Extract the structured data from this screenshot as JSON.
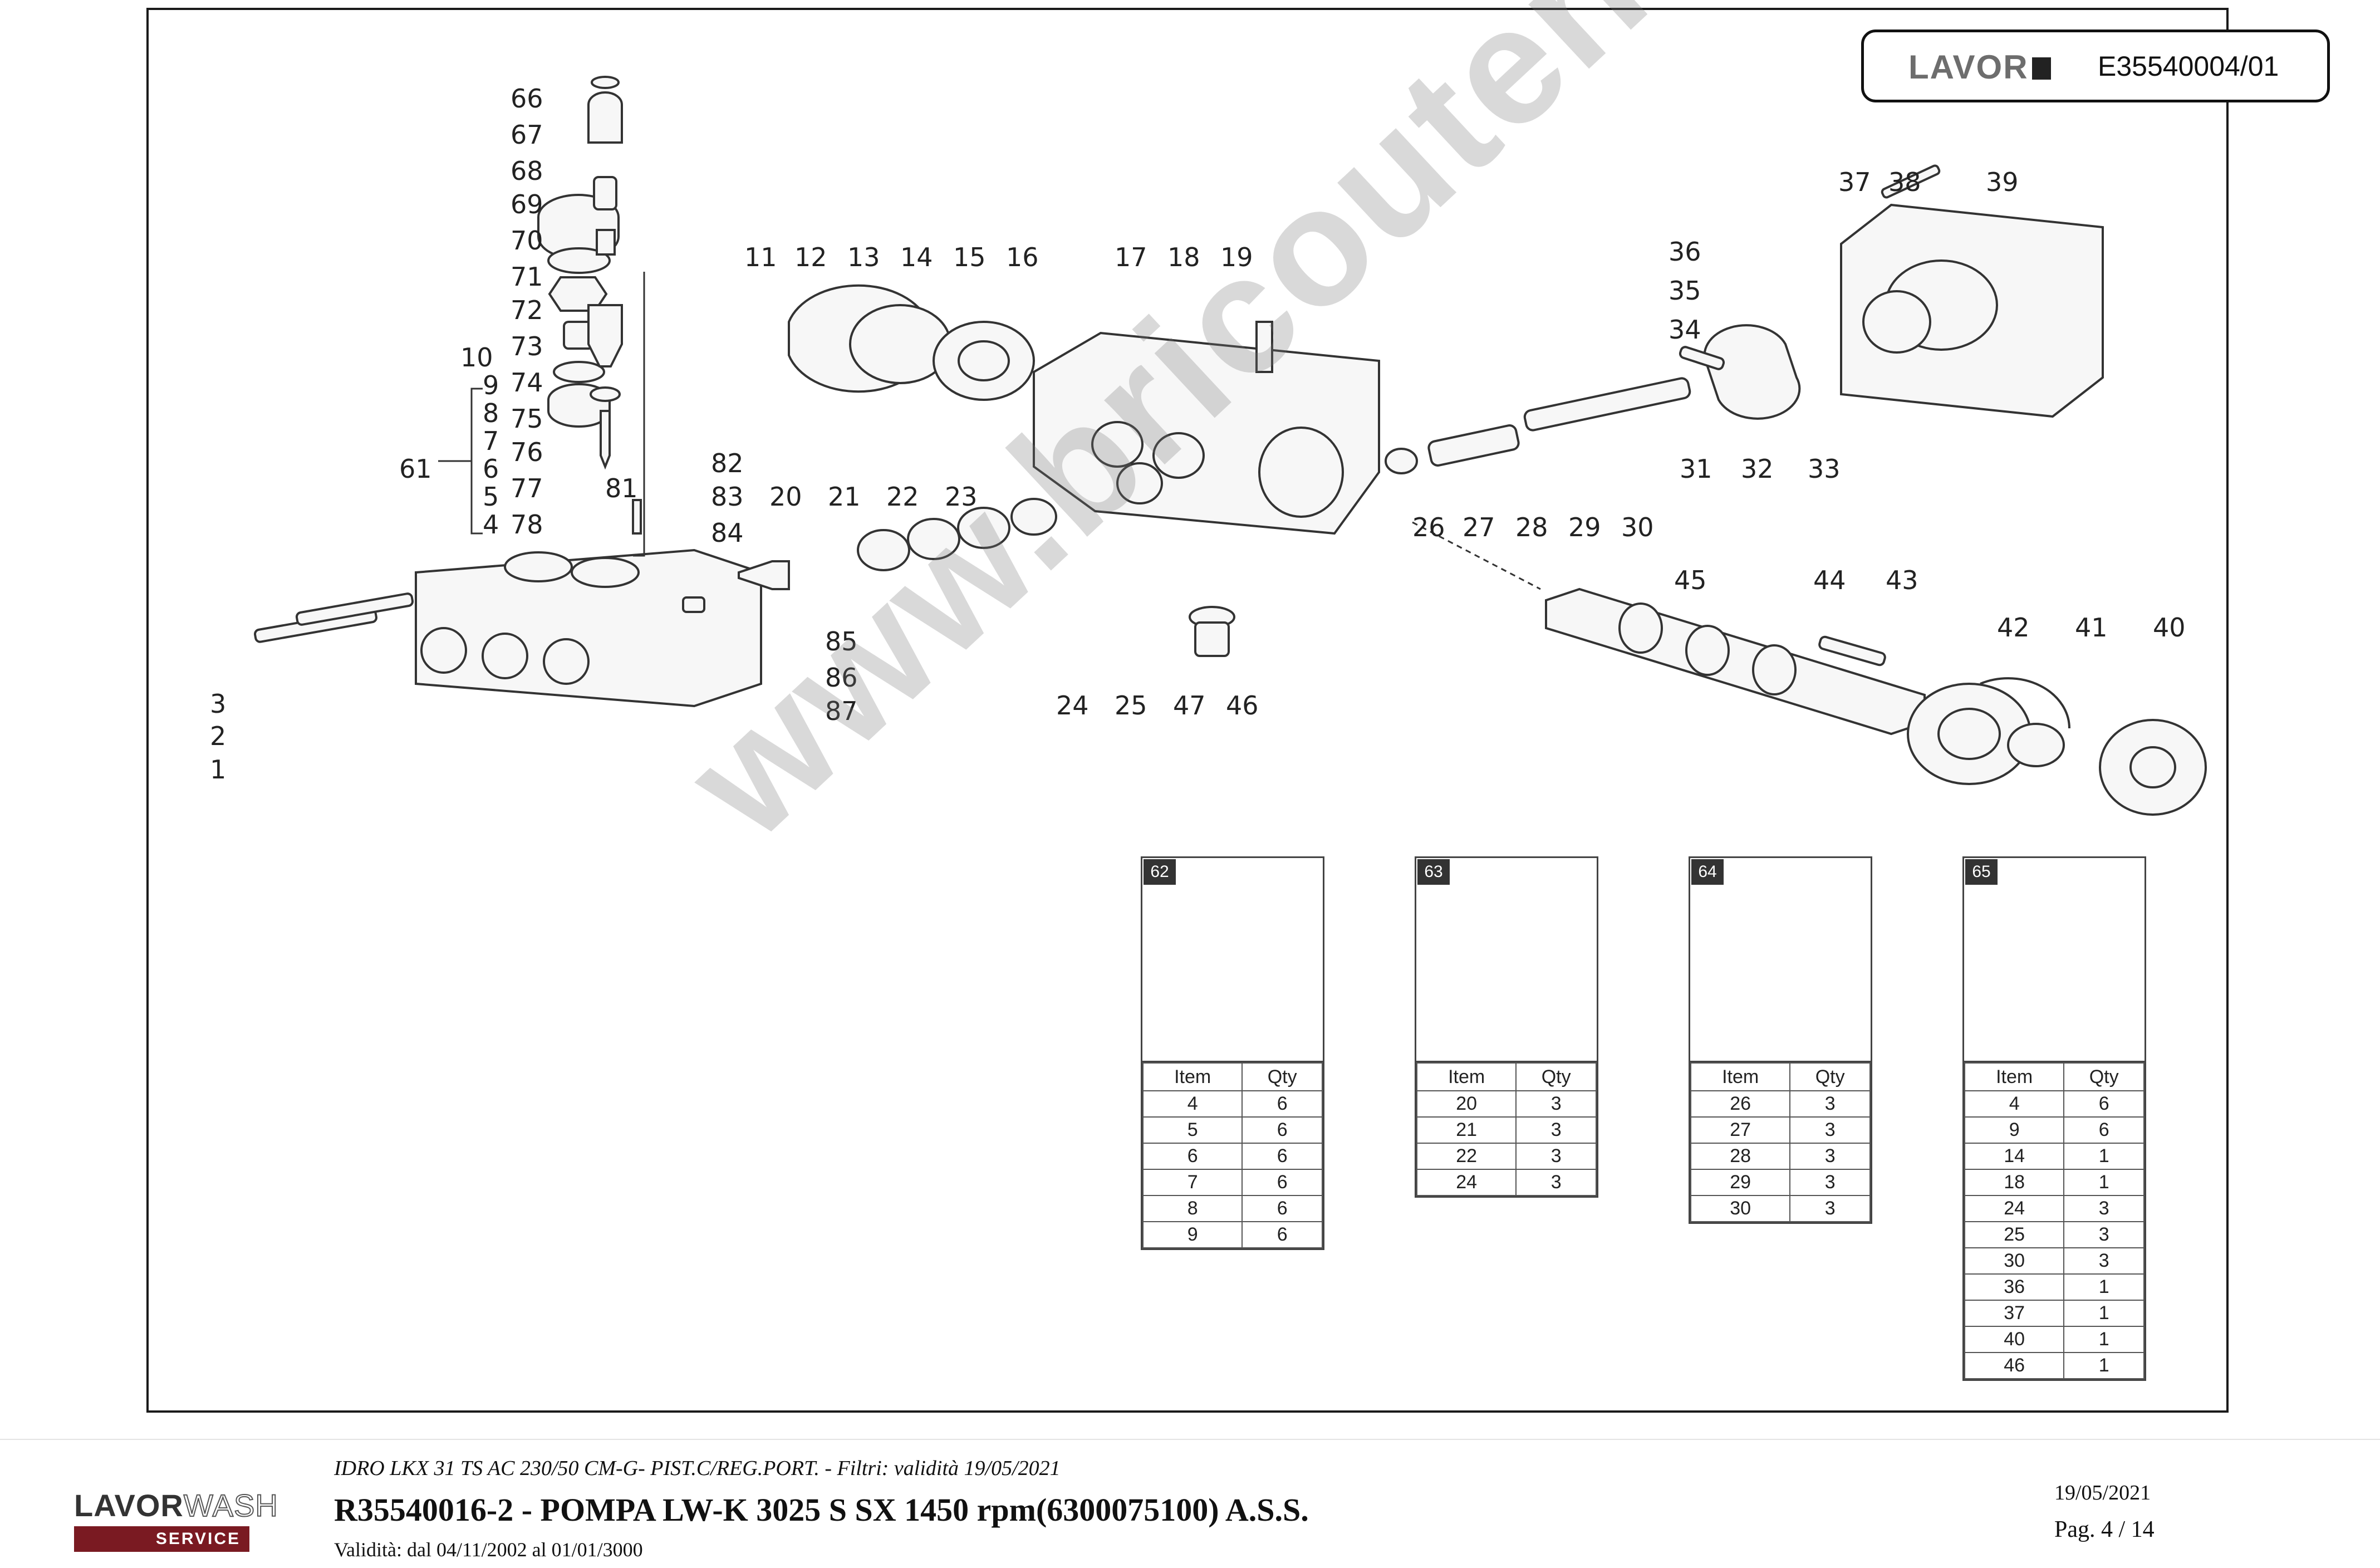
{
  "header": {
    "brand": "LAVOR",
    "code": "E35540004/01"
  },
  "watermark": "www.bricoutensili.com",
  "callouts": [
    "1",
    "2",
    "3",
    "4",
    "5",
    "6",
    "7",
    "8",
    "9",
    "10",
    "11",
    "12",
    "13",
    "14",
    "15",
    "16",
    "17",
    "18",
    "19",
    "20",
    "21",
    "22",
    "23",
    "24",
    "25",
    "26",
    "27",
    "28",
    "29",
    "30",
    "31",
    "32",
    "33",
    "34",
    "35",
    "36",
    "37",
    "38",
    "39",
    "40",
    "41",
    "42",
    "43",
    "44",
    "45",
    "46",
    "47",
    "61",
    "66",
    "67",
    "68",
    "69",
    "70",
    "71",
    "72",
    "73",
    "74",
    "75",
    "76",
    "77",
    "78",
    "81",
    "82",
    "83",
    "84",
    "85",
    "86",
    "87"
  ],
  "tables": [
    {
      "id": "62",
      "header": [
        "Item",
        "Qty"
      ],
      "rows": [
        [
          "4",
          "6"
        ],
        [
          "5",
          "6"
        ],
        [
          "6",
          "6"
        ],
        [
          "7",
          "6"
        ],
        [
          "8",
          "6"
        ],
        [
          "9",
          "6"
        ]
      ]
    },
    {
      "id": "63",
      "header": [
        "Item",
        "Qty"
      ],
      "rows": [
        [
          "20",
          "3"
        ],
        [
          "21",
          "3"
        ],
        [
          "22",
          "3"
        ],
        [
          "24",
          "3"
        ]
      ]
    },
    {
      "id": "64",
      "header": [
        "Item",
        "Qty"
      ],
      "rows": [
        [
          "26",
          "3"
        ],
        [
          "27",
          "3"
        ],
        [
          "28",
          "3"
        ],
        [
          "29",
          "3"
        ],
        [
          "30",
          "3"
        ]
      ]
    },
    {
      "id": "65",
      "header": [
        "Item",
        "Qty"
      ],
      "rows": [
        [
          "4",
          "6"
        ],
        [
          "9",
          "6"
        ],
        [
          "14",
          "1"
        ],
        [
          "18",
          "1"
        ],
        [
          "24",
          "3"
        ],
        [
          "25",
          "3"
        ],
        [
          "30",
          "3"
        ],
        [
          "36",
          "1"
        ],
        [
          "37",
          "1"
        ],
        [
          "40",
          "1"
        ],
        [
          "46",
          "1"
        ]
      ]
    }
  ],
  "footer": {
    "logo_text_a": "LAVOR",
    "logo_text_b": "WASH",
    "logo_sub": "SERVICE",
    "line1": "IDRO LKX 31 TS AC 230/50 CM-G- PIST.C/REG.PORT. - Filtri: validità 19/05/2021",
    "line2": "R35540016-2 - POMPA LW-K 3025 S SX 1450 rpm(6300075100) A.S.S.",
    "line3": "Validità: dal 04/11/2002 al 01/01/3000",
    "date": "19/05/2021",
    "page": "Pag. 4 / 14"
  }
}
